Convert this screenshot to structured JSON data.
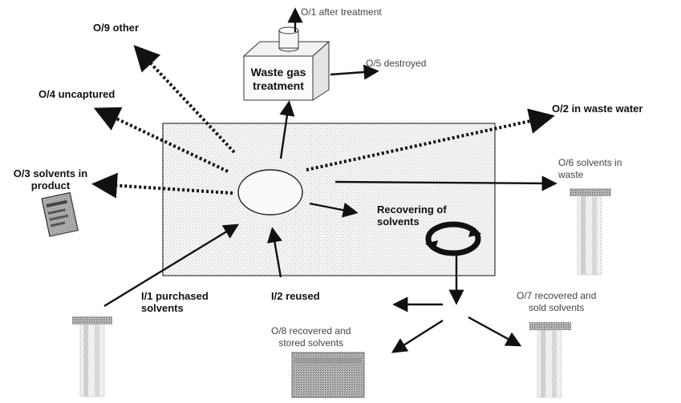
{
  "diagram": {
    "process_box": {
      "recovering_label": "Recovering of\nsolvents"
    },
    "waste_gas_box": {
      "label": "Waste gas\ntreatment"
    },
    "outputs": {
      "o1": "O/1 after treatment",
      "o2": "O/2  in waste water",
      "o3": "O/3 solvents in\nproduct",
      "o4": "O/4 uncaptured",
      "o5": "O/5 destroyed",
      "o6": "O/6  solvents in\nwaste",
      "o7": "O/7  recovered and\nsold solvents",
      "o8": "O/8 recovered and\nstored solvents",
      "o9": "O/9  other"
    },
    "inputs": {
      "i1": "I/1  purchased\nsolvents",
      "i2": "I/2 reused"
    }
  }
}
